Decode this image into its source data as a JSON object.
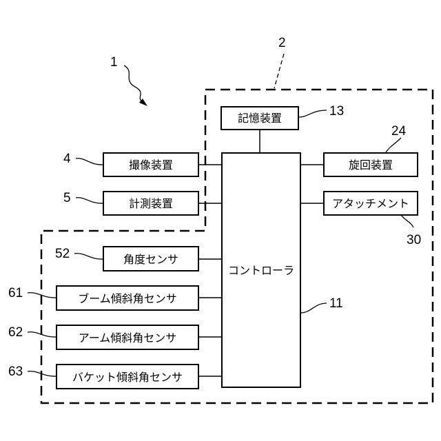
{
  "refs": {
    "system": "1",
    "vehicle": "2",
    "imaging": "4",
    "measuring": "5",
    "controller": "11",
    "storage": "13",
    "swing": "24",
    "attachment": "30",
    "angle_sensor": "52",
    "boom_sensor": "61",
    "arm_sensor": "62",
    "bucket_sensor": "63"
  },
  "blocks": {
    "storage": "記憶装置",
    "imaging": "撮像装置",
    "measuring": "計測装置",
    "controller": "コントローラ",
    "swing": "旋回装置",
    "attachment": "アタッチメント",
    "angle_sensor": "角度センサ",
    "boom_sensor": "ブーム傾斜角センサ",
    "arm_sensor": "アーム傾斜角センサ",
    "bucket_sensor": "バケット傾斜角センサ"
  }
}
